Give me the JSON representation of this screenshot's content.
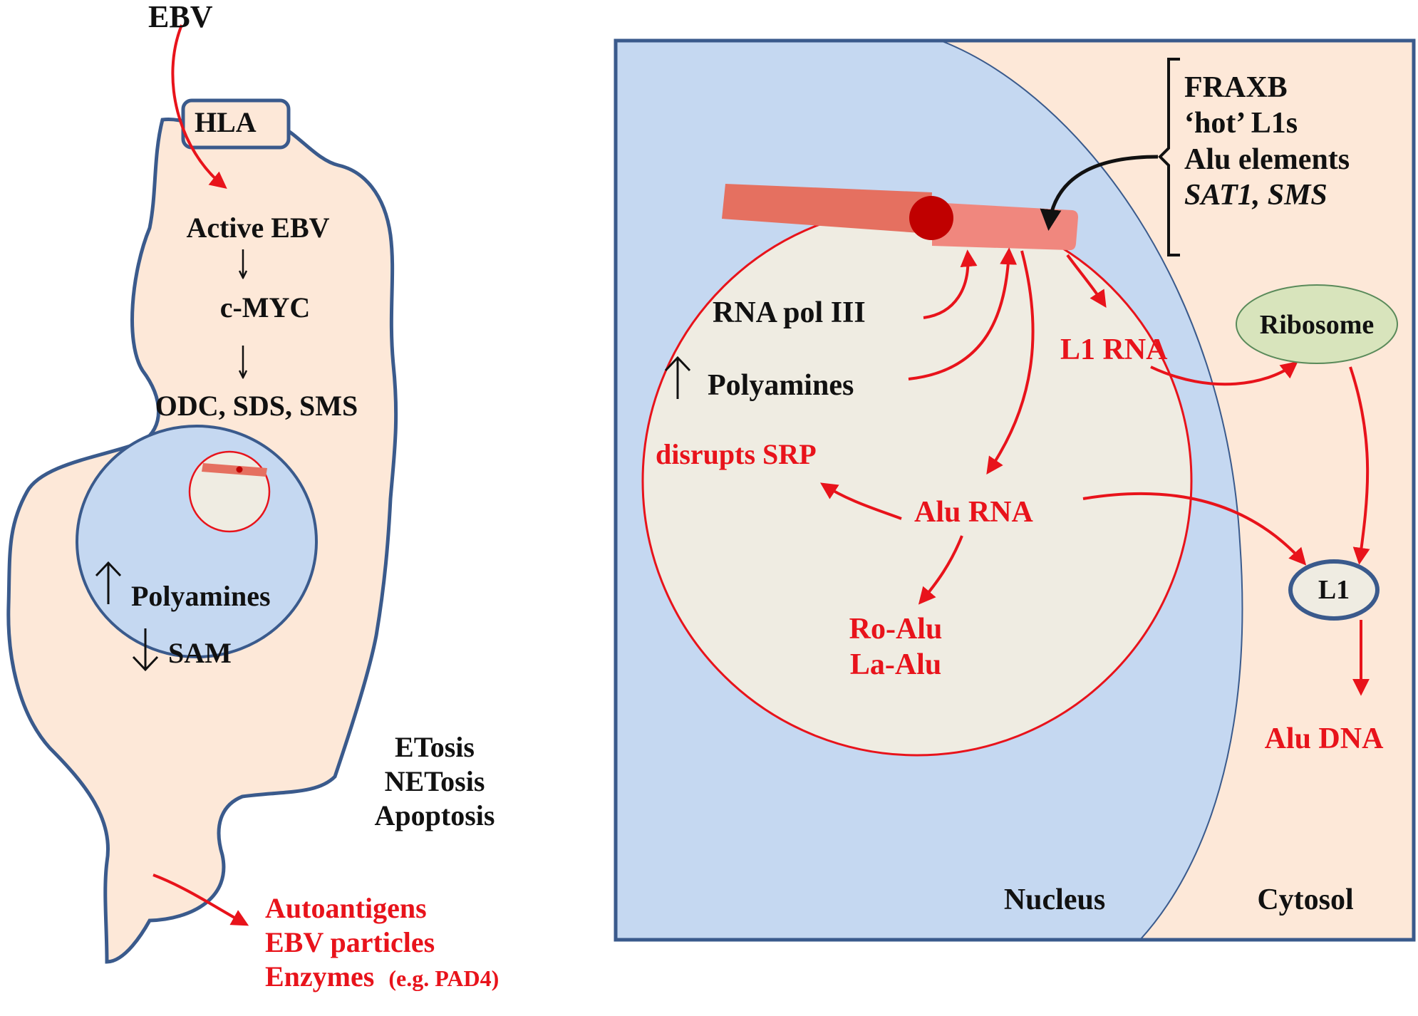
{
  "colors": {
    "red": "#e8131b",
    "cell_fill": "#fde8d8",
    "nucleus_fill": "#c5d8f1",
    "outline": "#3a5a8c",
    "inner_circle": "#efece2",
    "chromosome_dark": "#e57060",
    "chromosome_light": "#f0877e",
    "centromere": "#c00000",
    "ribosome_fill": "#d8e4bc"
  },
  "left": {
    "ebv": "EBV",
    "hla": "HLA",
    "cascade": [
      "Active EBV",
      "c-MYC",
      "ODC, SDS, SMS"
    ],
    "polyamines": "Polyamines",
    "sam": "SAM",
    "cell_death": [
      "ETosis",
      "NETosis",
      "Apoptosis"
    ],
    "released": [
      "Autoantigens",
      "EBV particles",
      "Enzymes"
    ],
    "released_note": "(e.g. PAD4)"
  },
  "right": {
    "bracket_items": [
      "FRAXB",
      "‘hot’ L1s",
      "Alu elements"
    ],
    "bracket_genes": "SAT1, SMS",
    "rna_pol": "RNA pol III",
    "polyamines": "Polyamines",
    "l1_rna": "L1 RNA",
    "ribosome": "Ribosome",
    "disrupts": "disrupts  SRP",
    "alu_rna": "Alu RNA",
    "ro_la": [
      "Ro-Alu",
      "La-Alu"
    ],
    "l1": "L1",
    "alu_dna": "Alu DNA",
    "nucleus": "Nucleus",
    "cytosol": "Cytosol"
  },
  "icons": {
    "up": "up-arrow-icon",
    "down": "down-arrow-icon"
  }
}
